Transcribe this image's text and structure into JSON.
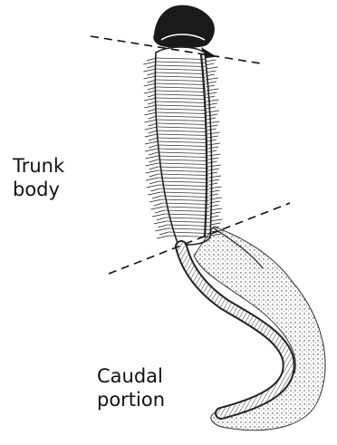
{
  "labels": {
    "trunk": {
      "line1": "Trunk",
      "line2": "body"
    },
    "caudal": {
      "line1": "Caudal",
      "line2": "portion"
    }
  },
  "colors": {
    "ink": "#111111",
    "background": "#ffffff"
  },
  "icons": [
    "worm-illustration"
  ]
}
